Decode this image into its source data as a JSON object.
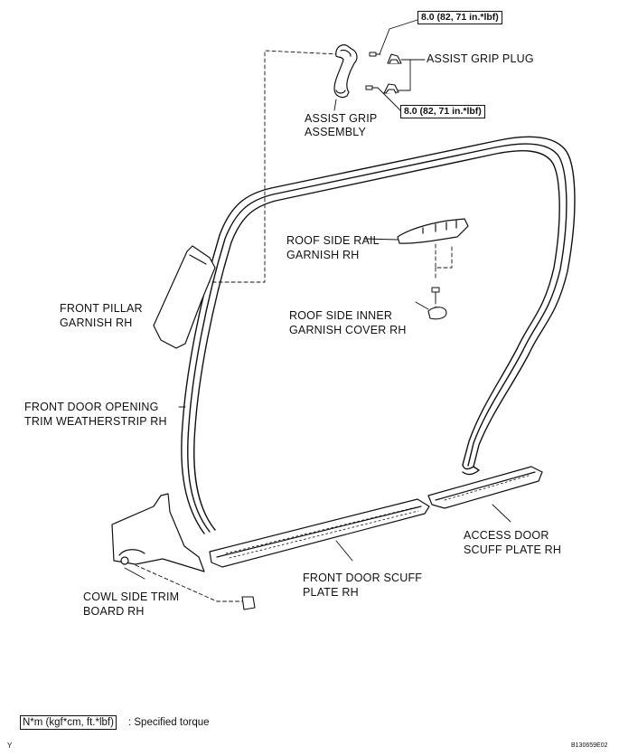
{
  "torque_specs": {
    "upper": "8.0 (82, 71 in.*lbf)",
    "lower": "8.0 (82, 71 in.*lbf)"
  },
  "labels": {
    "assist_grip_plug": "ASSIST GRIP PLUG",
    "assist_grip_assembly": [
      "ASSIST GRIP",
      "ASSEMBLY"
    ],
    "roof_side_rail_garnish": [
      "ROOF SIDE RAIL",
      "GARNISH RH"
    ],
    "front_pillar_garnish": [
      "FRONT PILLAR",
      "GARNISH RH"
    ],
    "roof_side_inner_garnish_cover": [
      "ROOF SIDE INNER",
      "GARNISH COVER RH"
    ],
    "front_door_opening_weatherstrip": [
      "FRONT DOOR OPENING",
      "TRIM WEATHERSTRIP RH"
    ],
    "access_door_scuff_plate": [
      "ACCESS DOOR",
      "SCUFF PLATE RH"
    ],
    "front_door_scuff_plate": [
      "FRONT DOOR SCUFF",
      "PLATE RH"
    ],
    "cowl_side_trim_board": [
      "COWL SIDE TRIM",
      "BOARD RH"
    ]
  },
  "legend": {
    "symbol": "N*m (kgf*cm, ft.*lbf)",
    "text": ": Specified torque"
  },
  "corner_marks": {
    "bottom_left": "Y",
    "figure_id": "B130659E02"
  }
}
